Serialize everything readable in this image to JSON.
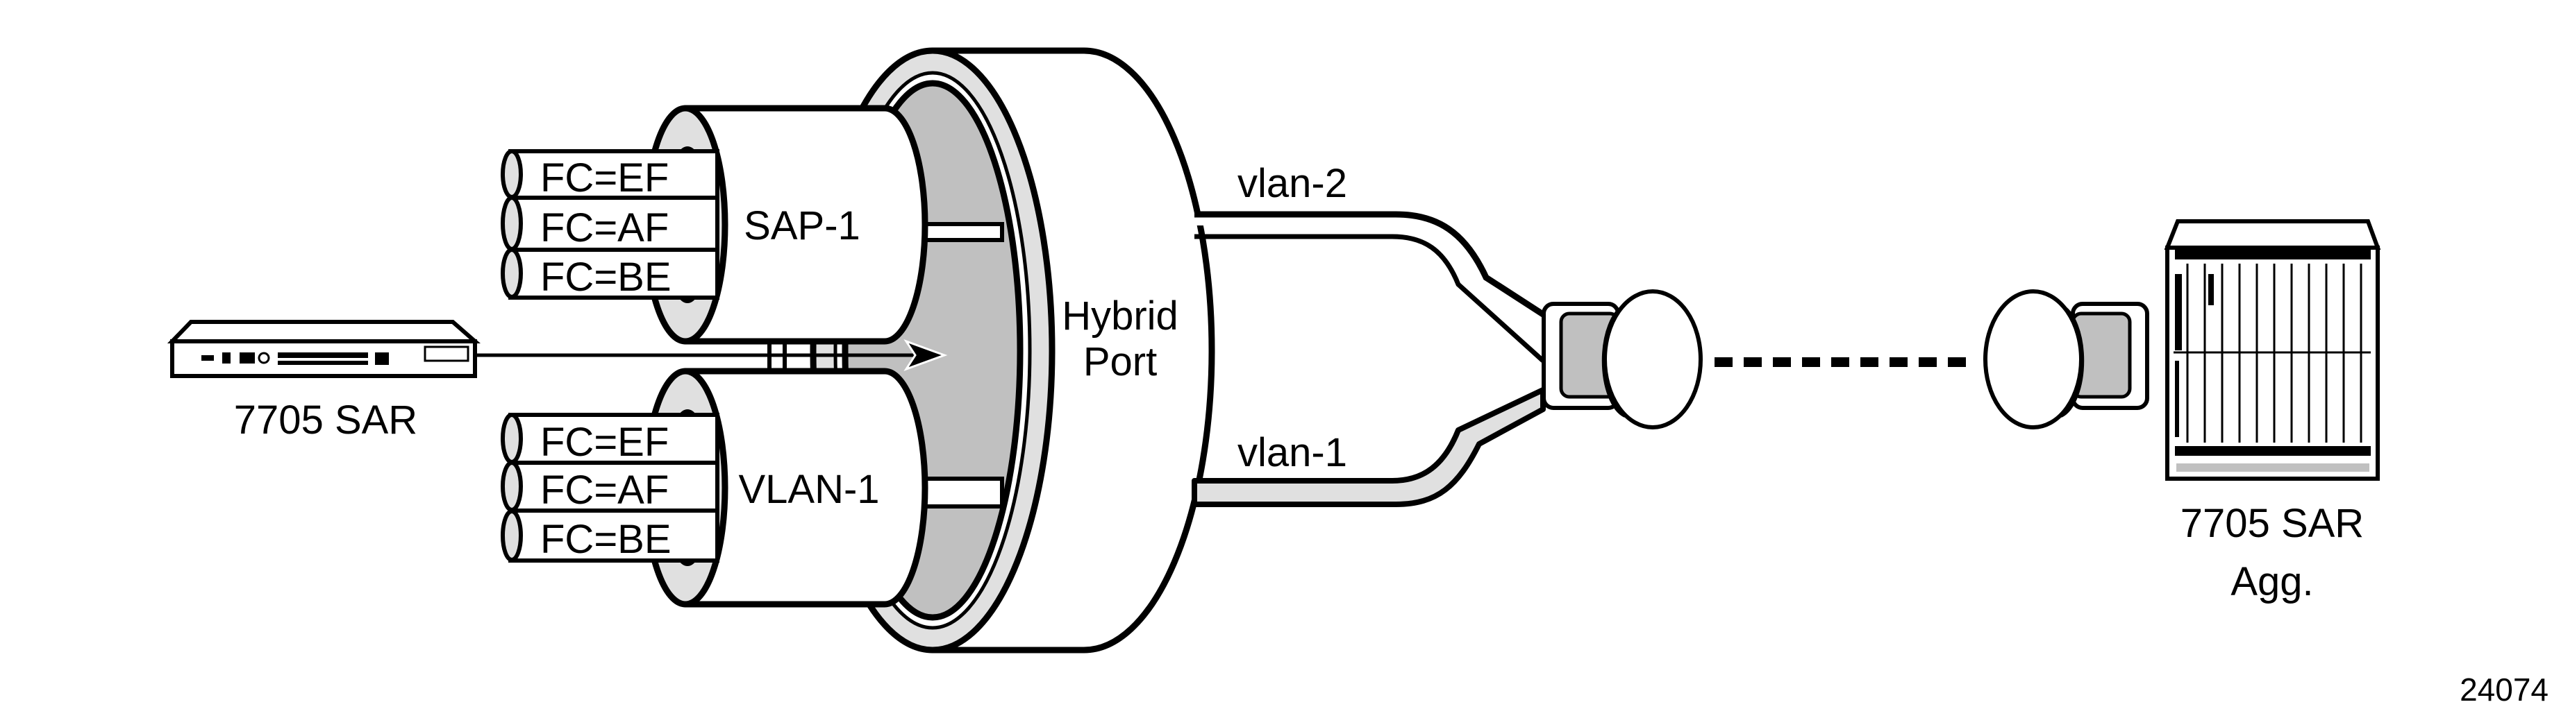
{
  "figure_id": "24074",
  "colors": {
    "line": "#000000",
    "light_gray": "#e0e0e0",
    "mid_gray": "#c0c0c0",
    "background": "#ffffff"
  },
  "left_device": {
    "label": "7705 SAR"
  },
  "right_device": {
    "label_line1": "7705 SAR",
    "label_line2": "Agg."
  },
  "hybrid_port": {
    "label_line1": "Hybrid",
    "label_line2": "Port"
  },
  "sap": {
    "label": "SAP-1",
    "forwarding_classes": [
      "FC=EF",
      "FC=AF",
      "FC=BE"
    ]
  },
  "vlan": {
    "label": "VLAN-1",
    "forwarding_classes": [
      "FC=EF",
      "FC=AF",
      "FC=BE"
    ]
  },
  "links": {
    "upper": "vlan-2",
    "lower": "vlan-1"
  }
}
